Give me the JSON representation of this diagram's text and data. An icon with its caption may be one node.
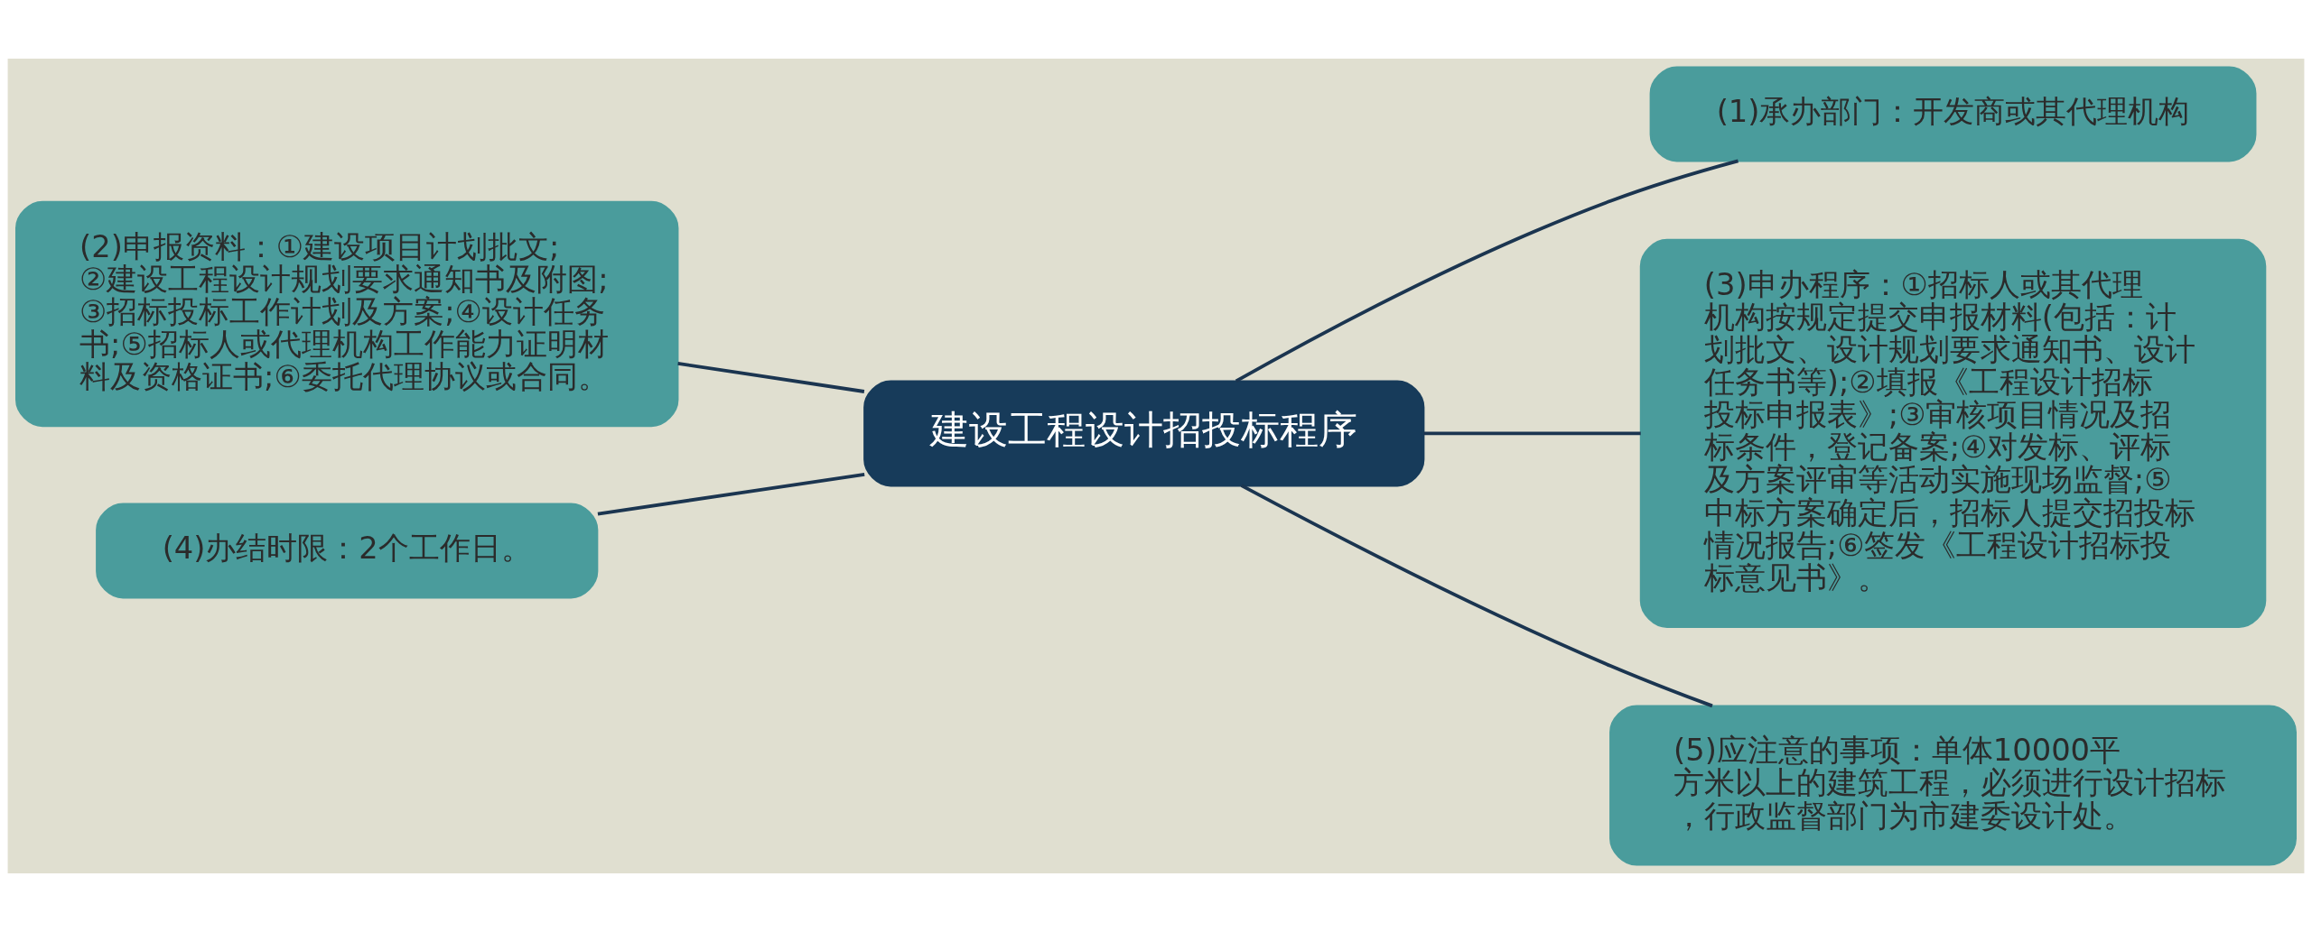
{
  "diagram": {
    "nodes": [
      {
        "text": [
          "建设工程设计招投标程序"
        ]
      },
      {
        "text": [
          "(1)承办部门：开发商或其代理机构"
        ]
      },
      {
        "text": [
          "(2)申报资料：①建设项目计划批文;②建设工程设计规划要求通知书及附图;③招标投标工作计划及方案;④设计任务书;⑤招标人或代理机构工作能力证明材料及资格证书;⑥委托代理协议或合同。"
        ]
      },
      {
        "text": [
          "(3)申办程序：①招标人或其代理机构按规定提交申报材料(包括：计划批文、设计规划要求通知书、设计任务书等);②填报《工程设计招标投标申报表》;③审核项目情况及招标条件，登记备案;④对发标、评标及方案评审等活动实施现场监督;⑤中标方案确定后，招标人提交招投标情况报告;⑥签发《工程设计招标投标意见书》。"
        ]
      },
      {
        "text": [
          "(4)办结时限：2个工作日。"
        ]
      },
      {
        "text": [
          "(5)应注意的事项：单体10000平方米以上的建筑工程，必须进行设计招标，行政监督部门为市建委设计处。"
        ]
      }
    ],
    "edges": [
      {
        "from": 0,
        "to": 1,
        "arrow": "none"
      },
      {
        "from": 0,
        "to": 2,
        "arrow": "none"
      },
      {
        "from": 0,
        "to": 3,
        "arrow": "none"
      },
      {
        "from": 0,
        "to": 4,
        "arrow": "none"
      },
      {
        "from": 0,
        "to": 5,
        "arrow": "none"
      }
    ]
  }
}
